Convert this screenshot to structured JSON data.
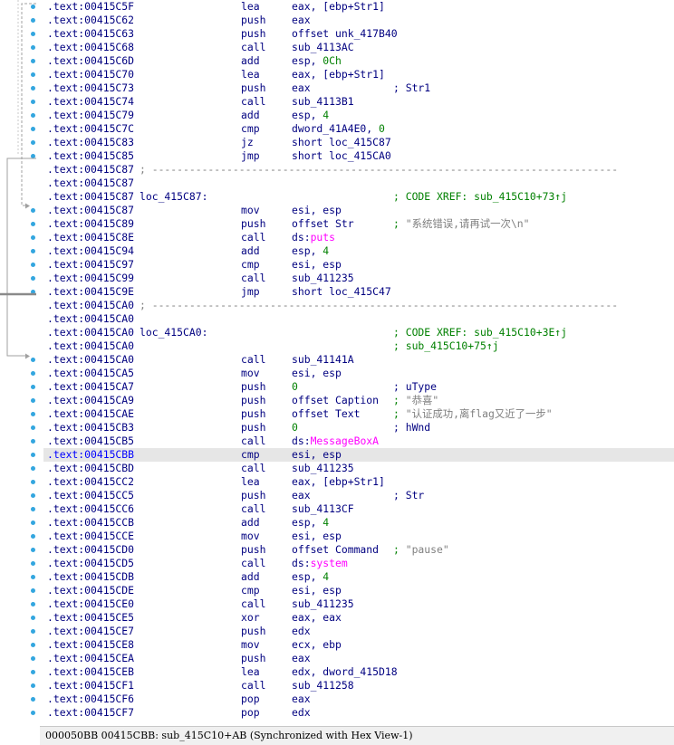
{
  "window": {
    "title": "IDA View"
  },
  "listing": {
    "lines": [
      {
        "addr": ".text:00415C5F",
        "label": "",
        "mnemonic": "lea",
        "operand": "eax, [ebp+Str1]",
        "comment": ""
      },
      {
        "addr": ".text:00415C62",
        "label": "",
        "mnemonic": "push",
        "operand": "eax",
        "comment": ""
      },
      {
        "addr": ".text:00415C63",
        "label": "",
        "mnemonic": "push",
        "operand": "offset unk_417B40",
        "comment": ""
      },
      {
        "addr": ".text:00415C68",
        "label": "",
        "mnemonic": "call",
        "operand": "sub_4113AC",
        "comment": ""
      },
      {
        "addr": ".text:00415C6D",
        "label": "",
        "mnemonic": "add",
        "operand": "esp, 0Ch",
        "comment": ""
      },
      {
        "addr": ".text:00415C70",
        "label": "",
        "mnemonic": "lea",
        "operand": "eax, [ebp+Str1]",
        "comment": ""
      },
      {
        "addr": ".text:00415C73",
        "label": "",
        "mnemonic": "push",
        "operand": "eax",
        "comment": "; Str1"
      },
      {
        "addr": ".text:00415C74",
        "label": "",
        "mnemonic": "call",
        "operand": "sub_4113B1",
        "comment": ""
      },
      {
        "addr": ".text:00415C79",
        "label": "",
        "mnemonic": "add",
        "operand": "esp, 4",
        "comment": ""
      },
      {
        "addr": ".text:00415C7C",
        "label": "",
        "mnemonic": "cmp",
        "operand": "dword_41A4E0, 0",
        "comment": ""
      },
      {
        "addr": ".text:00415C83",
        "label": "",
        "mnemonic": "jz",
        "operand": "short loc_415C87",
        "comment": ""
      },
      {
        "addr": ".text:00415C85",
        "label": "",
        "mnemonic": "jmp",
        "operand": "short loc_415CA0",
        "comment": ""
      },
      {
        "addr": ".text:00415C87",
        "separator": "; ---------------------------------------------------------------------------"
      },
      {
        "addr": ".text:00415C87",
        "label": "",
        "mnemonic": "",
        "operand": "",
        "comment": ""
      },
      {
        "addr": ".text:00415C87",
        "label": "loc_415C87:",
        "mnemonic": "",
        "operand": "",
        "comment": "; CODE XREF: sub_415C10+73↑j"
      },
      {
        "addr": ".text:00415C87",
        "label": "",
        "mnemonic": "mov",
        "operand": "esi, esp",
        "comment": ""
      },
      {
        "addr": ".text:00415C89",
        "label": "",
        "mnemonic": "push",
        "operand": "offset Str",
        "comment": "; \"系统错误,请再试一次\\n\""
      },
      {
        "addr": ".text:00415C8E",
        "label": "",
        "mnemonic": "call",
        "operand": "ds:puts",
        "comment": ""
      },
      {
        "addr": ".text:00415C94",
        "label": "",
        "mnemonic": "add",
        "operand": "esp, 4",
        "comment": ""
      },
      {
        "addr": ".text:00415C97",
        "label": "",
        "mnemonic": "cmp",
        "operand": "esi, esp",
        "comment": ""
      },
      {
        "addr": ".text:00415C99",
        "label": "",
        "mnemonic": "call",
        "operand": "sub_411235",
        "comment": ""
      },
      {
        "addr": ".text:00415C9E",
        "label": "",
        "mnemonic": "jmp",
        "operand": "short loc_415C47",
        "comment": ""
      },
      {
        "addr": ".text:00415CA0",
        "separator": "; ---------------------------------------------------------------------------"
      },
      {
        "addr": ".text:00415CA0",
        "label": "",
        "mnemonic": "",
        "operand": "",
        "comment": ""
      },
      {
        "addr": ".text:00415CA0",
        "label": "loc_415CA0:",
        "mnemonic": "",
        "operand": "",
        "comment": "; CODE XREF: sub_415C10+3E↑j"
      },
      {
        "addr": ".text:00415CA0",
        "label": "",
        "mnemonic": "",
        "operand": "",
        "comment": "; sub_415C10+75↑j"
      },
      {
        "addr": ".text:00415CA0",
        "label": "",
        "mnemonic": "call",
        "operand": "sub_41141A",
        "comment": ""
      },
      {
        "addr": ".text:00415CA5",
        "label": "",
        "mnemonic": "mov",
        "operand": "esi, esp",
        "comment": ""
      },
      {
        "addr": ".text:00415CA7",
        "label": "",
        "mnemonic": "push",
        "operand": "0",
        "comment": "; uType"
      },
      {
        "addr": ".text:00415CA9",
        "label": "",
        "mnemonic": "push",
        "operand": "offset Caption",
        "comment": "; \"恭喜\""
      },
      {
        "addr": ".text:00415CAE",
        "label": "",
        "mnemonic": "push",
        "operand": "offset Text",
        "comment": "; \"认证成功,离flag又近了一步\""
      },
      {
        "addr": ".text:00415CB3",
        "label": "",
        "mnemonic": "push",
        "operand": "0",
        "comment": "; hWnd"
      },
      {
        "addr": ".text:00415CB5",
        "label": "",
        "mnemonic": "call",
        "operand": "ds:MessageBoxA",
        "comment": ""
      },
      {
        "addr": ".text:00415CBB",
        "label": "",
        "mnemonic": "cmp",
        "operand": "esi, esp",
        "comment": "",
        "selected": true
      },
      {
        "addr": ".text:00415CBD",
        "label": "",
        "mnemonic": "call",
        "operand": "sub_411235",
        "comment": ""
      },
      {
        "addr": ".text:00415CC2",
        "label": "",
        "mnemonic": "lea",
        "operand": "eax, [ebp+Str1]",
        "comment": ""
      },
      {
        "addr": ".text:00415CC5",
        "label": "",
        "mnemonic": "push",
        "operand": "eax",
        "comment": "; Str"
      },
      {
        "addr": ".text:00415CC6",
        "label": "",
        "mnemonic": "call",
        "operand": "sub_4113CF",
        "comment": ""
      },
      {
        "addr": ".text:00415CCB",
        "label": "",
        "mnemonic": "add",
        "operand": "esp, 4",
        "comment": ""
      },
      {
        "addr": ".text:00415CCE",
        "label": "",
        "mnemonic": "mov",
        "operand": "esi, esp",
        "comment": ""
      },
      {
        "addr": ".text:00415CD0",
        "label": "",
        "mnemonic": "push",
        "operand": "offset Command",
        "comment": "; \"pause\""
      },
      {
        "addr": ".text:00415CD5",
        "label": "",
        "mnemonic": "call",
        "operand": "ds:system",
        "comment": ""
      },
      {
        "addr": ".text:00415CDB",
        "label": "",
        "mnemonic": "add",
        "operand": "esp, 4",
        "comment": ""
      },
      {
        "addr": ".text:00415CDE",
        "label": "",
        "mnemonic": "cmp",
        "operand": "esi, esp",
        "comment": ""
      },
      {
        "addr": ".text:00415CE0",
        "label": "",
        "mnemonic": "call",
        "operand": "sub_411235",
        "comment": ""
      },
      {
        "addr": ".text:00415CE5",
        "label": "",
        "mnemonic": "xor",
        "operand": "eax, eax",
        "comment": ""
      },
      {
        "addr": ".text:00415CE7",
        "label": "",
        "mnemonic": "push",
        "operand": "edx",
        "comment": ""
      },
      {
        "addr": ".text:00415CE8",
        "label": "",
        "mnemonic": "mov",
        "operand": "ecx, ebp",
        "comment": ""
      },
      {
        "addr": ".text:00415CEA",
        "label": "",
        "mnemonic": "push",
        "operand": "eax",
        "comment": ""
      },
      {
        "addr": ".text:00415CEB",
        "label": "",
        "mnemonic": "lea",
        "operand": "edx, dword_415D18",
        "comment": ""
      },
      {
        "addr": ".text:00415CF1",
        "label": "",
        "mnemonic": "call",
        "operand": "sub_411258",
        "comment": ""
      },
      {
        "addr": ".text:00415CF6",
        "label": "",
        "mnemonic": "pop",
        "operand": "eax",
        "comment": ""
      },
      {
        "addr": ".text:00415CF7",
        "label": "",
        "mnemonic": "pop",
        "operand": "edx",
        "comment": ""
      }
    ]
  },
  "status_bar": {
    "text": "000050BB 00415CBB: sub_415C10+AB (Synchronized with Hex View-1)"
  },
  "colors": {
    "address": "#000080",
    "selected_address": "#0000ff",
    "comment": "#008000",
    "import_name": "#ff00ff",
    "string_literal": "#808080",
    "gutter_dot": "#33a6df"
  }
}
